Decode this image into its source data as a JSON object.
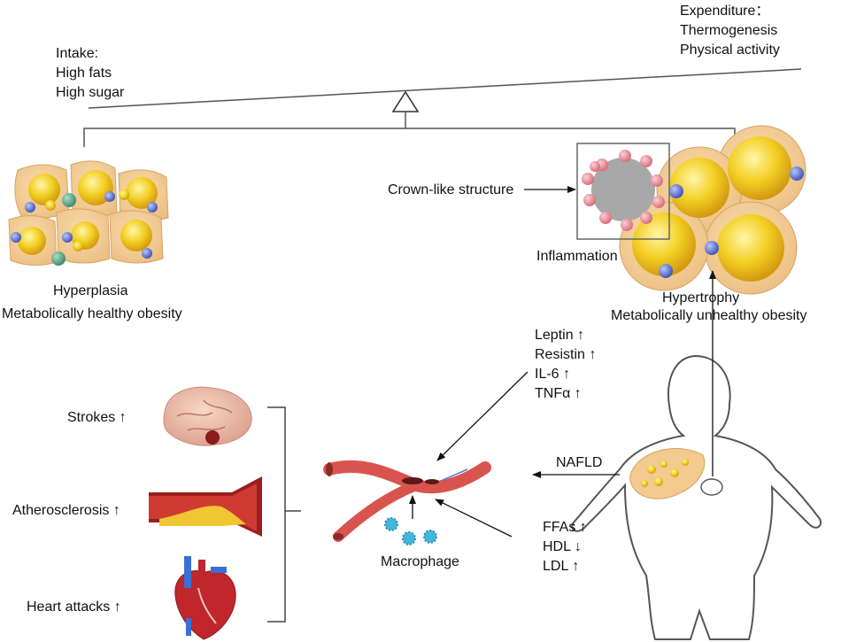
{
  "balance": {
    "intake": [
      "Intake:",
      "High fats",
      "High sugar"
    ],
    "expenditure": [
      "Expenditure：",
      "Thermogenesis",
      "Physical activity"
    ]
  },
  "healthy": {
    "label1": "Hyperplasia",
    "label2": "Metabolically healthy obesity"
  },
  "unhealthy": {
    "crown": "Crown-like structure",
    "inflammation": "Inflammation",
    "label1": "Hypertrophy",
    "label2": "Metabolically unhealthy obesity"
  },
  "adipokines": [
    "Leptin ↑",
    "Resistin ↑",
    "IL-6 ↑",
    "TNFα ↑"
  ],
  "lipids": [
    "FFAs ↑",
    "HDL ↓",
    "LDL ↑"
  ],
  "liver": "NAFLD",
  "macrophage": "Macrophage",
  "outcomes": [
    "Strokes ↑",
    "Atherosclerosis ↑",
    "Heart attacks ↑"
  ],
  "colors": {
    "fat_cell": "#f2c98e",
    "lipid_droplet": "#f2c61a",
    "immune_blue": "#4a63c9",
    "immune_green": "#4f9a7e",
    "inflammatory_pink": "#e8808a",
    "vessel": "#d9534f",
    "macrophage": "#43b7d9"
  }
}
